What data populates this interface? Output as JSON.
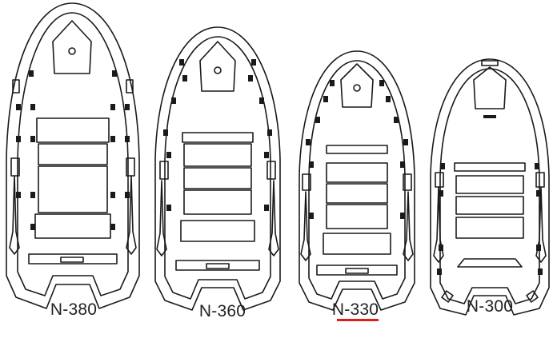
{
  "colors": {
    "outline": "#1a1a1a",
    "highlight": "#e01b1b",
    "background": "#ffffff"
  },
  "selected_model": "N-330",
  "boats": [
    {
      "model": "N-380"
    },
    {
      "model": "N-360"
    },
    {
      "model": "N-330"
    },
    {
      "model": "N-300"
    }
  ]
}
